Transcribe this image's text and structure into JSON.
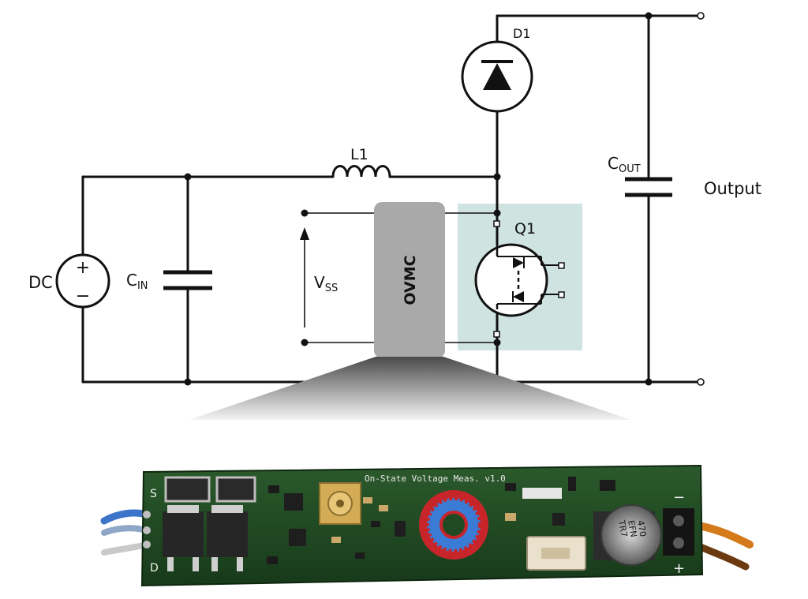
{
  "colors": {
    "wire": "#111111",
    "q1_highlight": "#cfe3e0",
    "ovmc_box": "#a9a9a9",
    "pcb_green": "#1f4a22",
    "toroid_red": "#c8252b",
    "toroid_core": "#3a7bd5"
  },
  "labels": {
    "d1": "D1",
    "l1": "L1",
    "cout_main": "C",
    "cout_sub": "OUT",
    "output": "Output",
    "q1": "Q1",
    "dc": "DC",
    "cin_main": "C",
    "cin_sub": "IN",
    "vss_main": "V",
    "vss_sub": "SS",
    "ovmc": "OVMC",
    "dc_plus": "+",
    "dc_minus": "−"
  },
  "pcb": {
    "title": "On-State Voltage Meas. v1.0",
    "pin_s": "S",
    "pin_d": "D",
    "pin_minus": "−",
    "pin_plus": "+",
    "cap_marking_1": "470",
    "cap_marking_2": "EFN",
    "cap_marking_3": "TR7"
  }
}
